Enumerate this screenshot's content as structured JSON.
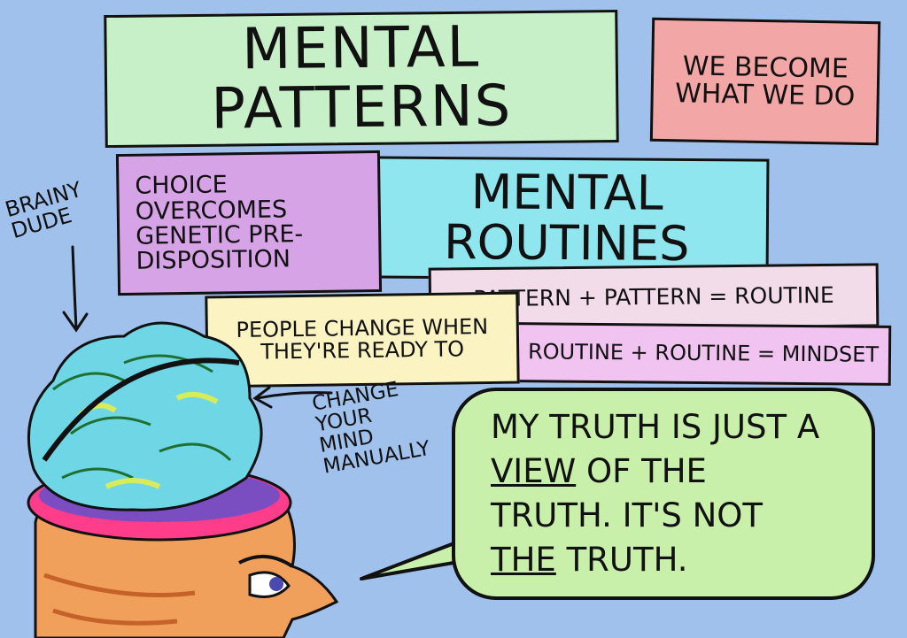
{
  "title": "MENTAL PATTERNS",
  "slogan": "WE BECOME WHAT WE DO",
  "choice": "CHOICE OVERCOMES GENETIC PRE- DISPOSITION",
  "routines": "MENTAL ROUTINES",
  "equation1": "PATTERN + PATTERN = ROUTINE",
  "equation2": "ROUTINE + ROUTINE = MINDSET",
  "ready": "PEOPLE CHANGE WHEN THEY'RE READY TO",
  "brainy": "BRAINY DUDE",
  "change_mind": "CHANGE YOUR MIND MANUALLY",
  "truth": {
    "part1": "MY TRUTH IS JUST A ",
    "view": "VIEW",
    "part2": " OF THE TRUTH. IT'S NOT ",
    "the": "THE",
    "part3": " TRUTH."
  },
  "colors": {
    "background": "#9fc1ec",
    "title_box": "#c7f0c8",
    "slogan_box": "#f3a6a6",
    "choice_box": "#d6a3e6",
    "routines_box": "#8fe6ef",
    "bubble": "#c9f0aa"
  }
}
